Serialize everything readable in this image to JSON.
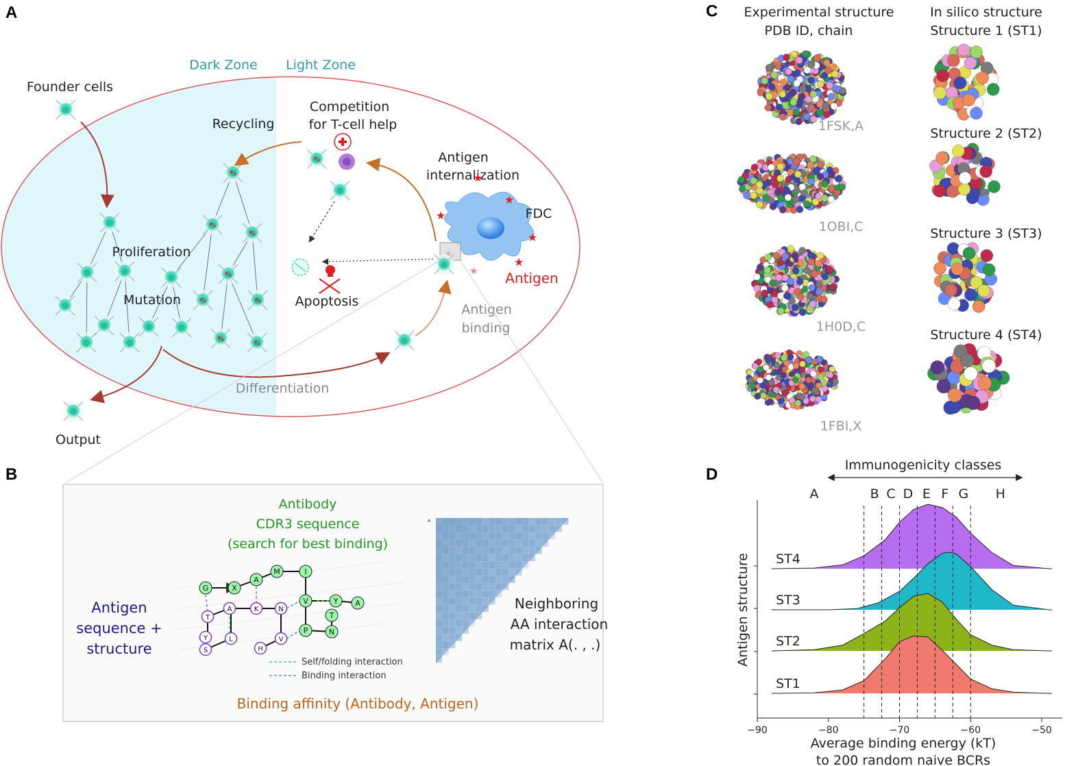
{
  "panels": {
    "A": "A",
    "B": "B",
    "C": "C",
    "D": "D"
  },
  "panelA": {
    "dark_zone": "Dark Zone",
    "light_zone": "Light Zone",
    "founder_cells": "Founder cells",
    "recycling": "Recycling",
    "competition_line1": "Competition",
    "competition_line2": "for T-cell help",
    "antigen_internalization_line1": "Antigen",
    "antigen_internalization_line2": "internalization",
    "fdc": "FDC",
    "antigen": "Antigen",
    "proliferation": "Proliferation",
    "mutation": "Mutation",
    "apoptosis": "Apoptosis",
    "antigen_binding_line1": "Antigen",
    "antigen_binding_line2": "binding",
    "differentiation": "Differentiation",
    "output": "Output"
  },
  "panelB": {
    "antibody_line1": "Antibody",
    "antibody_line2": "CDR3 sequence",
    "antibody_line3": "(search for best binding)",
    "antigen_seq_line1": "Antigen",
    "antigen_seq_line2": "sequence +",
    "antigen_seq_line3": "structure",
    "neighbor_line1": "Neighboring",
    "neighbor_line2": "AA interaction",
    "neighbor_line3": "matrix A(. , .)",
    "legend_self": "Self/folding interaction",
    "legend_binding": "Binding interaction",
    "binding_affinity": "Binding affinity (Antibody, Antigen)",
    "antibody_residues": [
      "G",
      "X",
      "A",
      "M",
      "I",
      "V",
      "Y",
      "T",
      "A",
      "P",
      "N"
    ],
    "antigen_residues": [
      "T",
      "A",
      "K",
      "N",
      "Y",
      "S",
      "L",
      "H",
      "V"
    ],
    "matrix_corner_label": "A"
  },
  "panelC": {
    "col1_line1": "Experimental structure",
    "col1_line2": "PDB ID, chain",
    "col2_line1": "In silico structure",
    "col2_line2": "Structure 1 (ST1)",
    "pdb_ids": [
      "1FSK,A",
      "1OBI,C",
      "1H0D,C",
      "1FBI,X"
    ],
    "insilico_labels": [
      "Structure 2 (ST2)",
      "Structure 3 (ST3)",
      "Structure 4 (ST4)"
    ]
  },
  "chart_data": {
    "type": "area",
    "title": "Immunogenicity classes",
    "xlabel_line1": "Average binding energy (kT)",
    "xlabel_line2": "to 200 random naive BCRs",
    "ylabel": "Antigen structure",
    "xlim": [
      -90,
      -48
    ],
    "x_ticks": [
      -90,
      -80,
      -70,
      -60,
      -50
    ],
    "classes": [
      "A",
      "B",
      "C",
      "D",
      "E",
      "F",
      "G",
      "H"
    ],
    "class_boundaries": [
      -75,
      -72.5,
      -70,
      -67.5,
      -65,
      -62.5,
      -60
    ],
    "series": [
      {
        "name": "ST1",
        "color": "#f07a6e",
        "peak_x": -68,
        "x": [
          -88,
          -82,
          -78,
          -75,
          -72,
          -70,
          -68,
          -66,
          -64,
          -62,
          -60,
          -57,
          -54,
          -49
        ],
        "y": [
          0.0,
          0.01,
          0.06,
          0.22,
          0.6,
          0.9,
          1.0,
          0.98,
          0.75,
          0.5,
          0.25,
          0.08,
          0.02,
          0.0
        ]
      },
      {
        "name": "ST2",
        "color": "#8db318",
        "peak_x": -66,
        "x": [
          -88,
          -82,
          -78,
          -75,
          -72,
          -70,
          -68,
          -66,
          -64,
          -62,
          -60,
          -57,
          -54,
          -49
        ],
        "y": [
          0.0,
          0.02,
          0.1,
          0.3,
          0.52,
          0.75,
          0.95,
          1.0,
          0.85,
          0.55,
          0.28,
          0.1,
          0.02,
          0.0
        ]
      },
      {
        "name": "ST3",
        "color": "#1fb8c8",
        "peak_x": -63,
        "x": [
          -88,
          -80,
          -76,
          -73,
          -70,
          -68,
          -66,
          -64,
          -63,
          -62,
          -60,
          -57,
          -54,
          -49
        ],
        "y": [
          0.0,
          0.0,
          0.02,
          0.12,
          0.32,
          0.55,
          0.8,
          0.98,
          1.0,
          0.97,
          0.75,
          0.35,
          0.08,
          0.0
        ]
      },
      {
        "name": "ST4",
        "color": "#b66df0",
        "peak_x": -66,
        "x": [
          -88,
          -82,
          -78,
          -75,
          -72,
          -70,
          -68,
          -66,
          -64,
          -62,
          -60,
          -57,
          -54,
          -49
        ],
        "y": [
          0.0,
          0.01,
          0.06,
          0.2,
          0.45,
          0.72,
          0.92,
          1.0,
          0.95,
          0.8,
          0.55,
          0.25,
          0.05,
          0.0
        ]
      }
    ]
  },
  "colors": {
    "dark_zone_fill": "#dff6fb",
    "zone_label": "#2a9bb0",
    "ellipse": "#e05555",
    "cell": "#3fd6b8",
    "arrow_dark": "#a63a2e",
    "arrow_orange": "#c8702a",
    "antigen_red": "#e02020",
    "antibody_green": "#1f9a1f",
    "antigen_blue": "#1a1a8a",
    "affinity_orange": "#c0621c"
  }
}
